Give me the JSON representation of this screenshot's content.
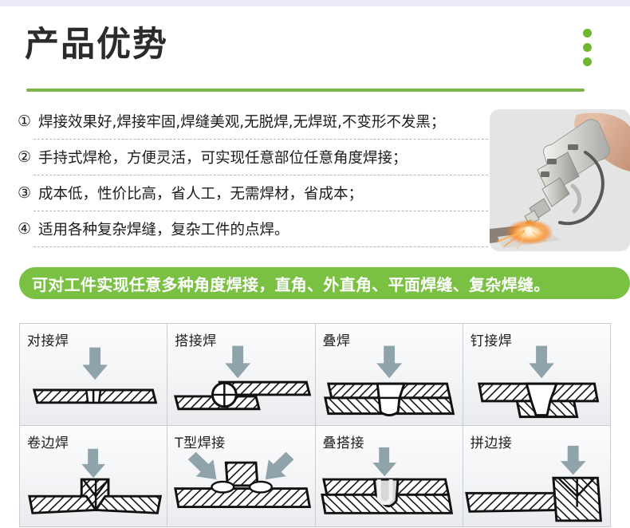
{
  "header": {
    "title": "产品优势",
    "accent_color": "#7ab648",
    "dot_color": "#6eb830",
    "dots": [
      "dot-1",
      "dot-2",
      "dot-3"
    ]
  },
  "advantages": {
    "items": [
      {
        "num": "①",
        "text": "焊接效果好,焊接牢固,焊缝美观,无脱焊,无焊斑,不变形不发黑；"
      },
      {
        "num": "②",
        "text": "手持式焊枪，方便灵活，可实现任意部位任意角度焊接；"
      },
      {
        "num": "③",
        "text": "成本低，性价比高，省人工，无需焊材，省成本；"
      },
      {
        "num": "④",
        "text": "适用各种复杂焊缝，复杂工件的点焊。"
      }
    ]
  },
  "photo": {
    "alt": "手持激光焊枪实物图",
    "background_color": "#e4e4e4"
  },
  "banner": {
    "text": "可对工件实现任意多种角度焊接，直角、外直角、平面焊缝、复杂焊缝。",
    "background_color": "#7ac143",
    "text_color": "#ffffff"
  },
  "weld_grid": {
    "arrow_color": "#8fa3ab",
    "border_color": "#c9ced6",
    "cells": [
      {
        "label": "对接焊",
        "type": "butt"
      },
      {
        "label": "搭接焊",
        "type": "lap"
      },
      {
        "label": "叠焊",
        "type": "stack"
      },
      {
        "label": "钉接焊",
        "type": "plug"
      },
      {
        "label": "卷边焊",
        "type": "flange"
      },
      {
        "label": "T型焊接",
        "type": "tee"
      },
      {
        "label": "叠搭接",
        "type": "stack-lap"
      },
      {
        "label": "拼边接",
        "type": "edge"
      }
    ]
  }
}
